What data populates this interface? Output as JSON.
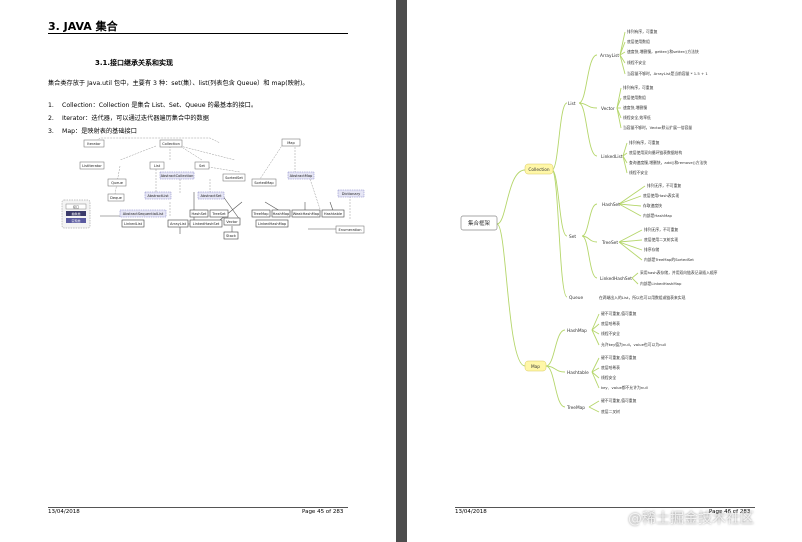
{
  "left_page": {
    "chapter_title": "3. JAVA 集合",
    "section_title": "3.1.接口继承关系和实现",
    "intro": "集合类存放于 Java.util 包中，主要有 3 种：set(集）、list(列表包含 Queue）和 map(映射)。",
    "items": [
      {
        "num": "1.",
        "text": "Collection：Collection 是集合 List、Set、Queue 的最基本的接口。"
      },
      {
        "num": "2.",
        "text": "Iterator：迭代器，可以通过迭代器遍历集合中的数据"
      },
      {
        "num": "3.",
        "text": "Map：是映射表的基础接口"
      }
    ],
    "uml": {
      "nodes": [
        "Iterator",
        "Collection",
        "Map",
        "ListIterator",
        "Queue",
        "List",
        "Set",
        "SortedSet",
        "SortedMap",
        "Deque",
        "AbstractCollection",
        "AbstractList",
        "AbstractSet",
        "AbstractMap",
        "AbstractSequentialList",
        "ArrayList",
        "HashSet",
        "TreeSet",
        "TreeMap",
        "HashMap",
        "WeakHashMap",
        "Hashtable",
        "LinkedList",
        "Vector",
        "Stack",
        "LinkedHashSet",
        "LinkedHashMap",
        "Dictionary",
        "Enumeration"
      ],
      "legend": [
        "接口",
        "抽象类",
        "实现类"
      ]
    },
    "footer": {
      "date": "13/04/2018",
      "page": "Page 45 of 283"
    }
  },
  "right_page": {
    "mindmap": {
      "root": "集合框架",
      "collection": {
        "label": "Collection",
        "list": {
          "label": "List",
          "arraylist": {
            "label": "ArrayList",
            "notes": [
              "排列有序，可重复",
              "底层使用数组",
              "速度快,增删慢，getter()和setter()方法快",
              "线程不安全",
              "当容量不够时，ArrayList是当前容量 * 1.5 + 1"
            ]
          },
          "vector": {
            "label": "Vector",
            "notes": [
              "排列有序，可重复",
              "底层使用数组",
              "速度快,增删慢",
              "线程安全,效率低",
              "当容量不够时，Vector默认扩展一倍容量"
            ]
          },
          "linkedlist": {
            "label": "LinkedList",
            "notes": [
              "排列有序，可重复",
              "底层使用双向循环链表数据结构",
              "查询速度慢,增删快，add()和remove()方法快",
              "线程不安全"
            ]
          }
        },
        "set": {
          "label": "Set",
          "hashset": {
            "label": "HashSet",
            "notes": [
              "排列无序，不可重复",
              "底层使用Hash表实现",
              "存取速度快",
              "内部是HashMap"
            ]
          },
          "treeset": {
            "label": "TreeSet",
            "notes": [
              "排列无序，不可重复",
              "底层使用二叉树实现",
              "排序存储",
              "内部是TreeMap的SortedSet"
            ]
          },
          "linkedhashset": {
            "label": "LinkedHashSet",
            "notes": [
              "采用hash表存储，并用双向链表记录插入顺序",
              "内部是LinkedHashMap"
            ]
          }
        },
        "queue": {
          "label": "Queue",
          "note": "在两端出入的List，所以也可以用数组或链表来实现"
        }
      },
      "map": {
        "label": "Map",
        "hashmap": {
          "label": "HashMap",
          "notes": [
            "键不可重复,值可重复",
            "底层哈希表",
            "线程不安全",
            "允许key值为null，value也可以为null"
          ]
        },
        "hashtable": {
          "label": "Hashtable",
          "notes": [
            "键不可重复,值可重复",
            "底层哈希表",
            "线程安全",
            "key、value都不允许为null"
          ]
        },
        "treemap": {
          "label": "TreeMap",
          "notes": [
            "键不可重复,值可重复",
            "底层二叉树"
          ]
        }
      }
    },
    "footer": {
      "date": "13/04/2018",
      "page": "Page 46 of 283"
    }
  },
  "watermark": "@稀土掘金技术社区"
}
